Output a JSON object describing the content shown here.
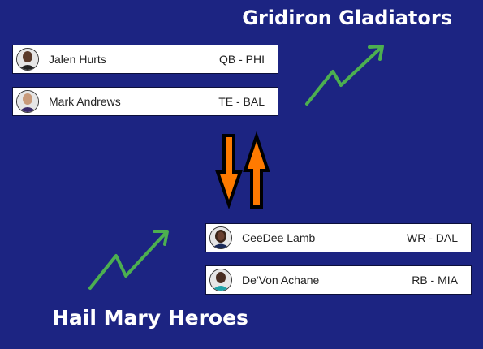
{
  "teams": {
    "top": "Gridiron Gladiators",
    "bottom": "Hail Mary Heroes"
  },
  "players": [
    {
      "name": "Jalen Hurts",
      "position": "QB - PHI"
    },
    {
      "name": "Mark Andrews",
      "position": "TE - BAL"
    },
    {
      "name": "CeeDee Lamb",
      "position": "WR - DAL"
    },
    {
      "name": "De'Von Achane",
      "position": "RB - MIA"
    }
  ],
  "icons": {
    "trend": "trend-up-arrow-icon",
    "swap": "swap-arrows-icon",
    "avatar": "player-headshot-icon"
  },
  "colors": {
    "background": "#1c2482",
    "trend_arrow": "#4caf50",
    "swap_arrow": "#ff7a00",
    "card": "#ffffff"
  }
}
